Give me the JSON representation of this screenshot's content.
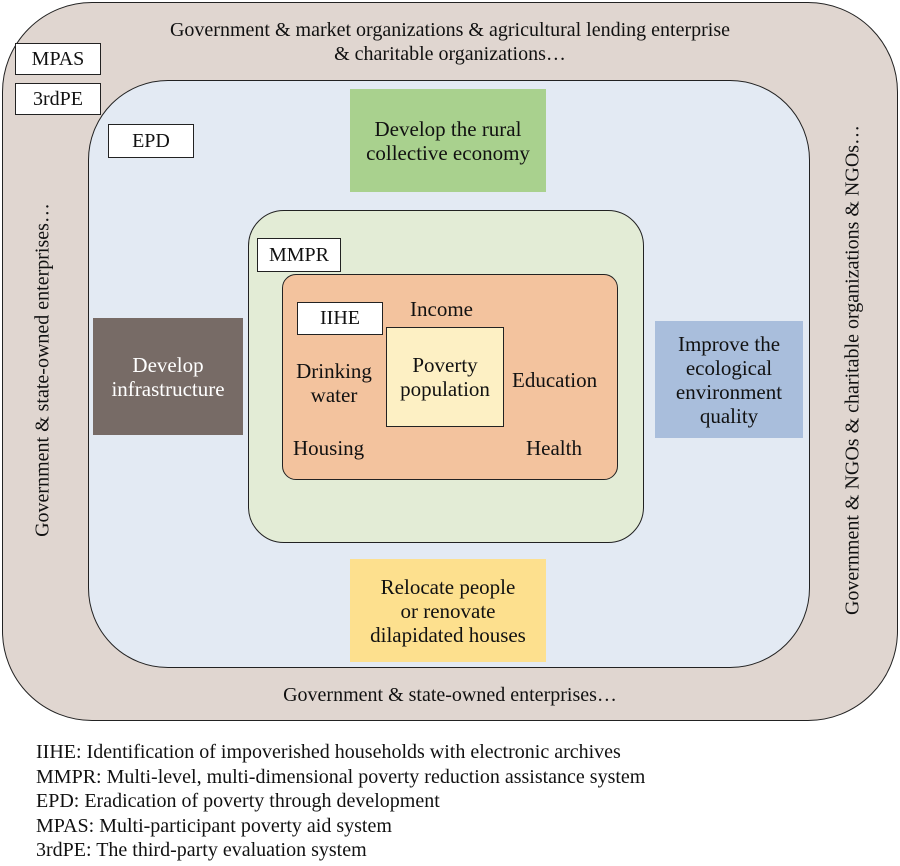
{
  "outer": {
    "top_text_line1": "Government & market organizations & agricultural lending enterprise",
    "top_text_line2": "& charitable organizations…",
    "left_text": "Government & state-owned enterprises…",
    "right_text": "Government & NGOs & charitable organizations & NGOs…",
    "bottom_text": "Government & state-owned enterprises…"
  },
  "tags": {
    "mpas": "MPAS",
    "third_pe": "3rdPE",
    "epd": "EPD",
    "mmpr": "MMPR",
    "iihe": "IIHE"
  },
  "panels": {
    "top_line1": "Develop the rural",
    "top_line2": "collective economy",
    "left_line1": "Develop",
    "left_line2": "infrastructure",
    "right_line1": "Improve the",
    "right_line2": "ecological",
    "right_line3": "environment",
    "right_line4": "quality",
    "bottom_line1": "Relocate people",
    "bottom_line2": "or renovate",
    "bottom_line3": "dilapidated houses"
  },
  "core": {
    "income": "Income",
    "drinking_line1": "Drinking",
    "drinking_line2": "water",
    "education": "Education",
    "housing": "Housing",
    "health": "Health",
    "center_line1": "Poverty",
    "center_line2": "population"
  },
  "legend": [
    "IIHE: Identification of impoverished households with electronic archives",
    "MMPR: Multi-level, multi-dimensional poverty reduction assistance system",
    "EPD: Eradication of poverty through development",
    "MPAS: Multi-participant poverty aid system",
    "3rdPE: The third-party evaluation system"
  ],
  "colors": {
    "outer_fill": "#e0d6d0",
    "epd_fill": "#e3eaf3",
    "mmpr_fill": "#e3ecd6",
    "core_fill": "#f3c39e",
    "center_fill": "#fdf0c4",
    "green_panel": "#a9d18e",
    "gray_panel": "#776b66",
    "blue_panel": "#a9bedc",
    "yellow_panel": "#fde08e"
  }
}
